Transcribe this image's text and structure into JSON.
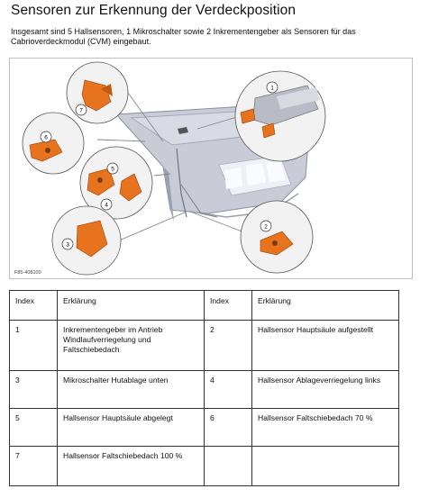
{
  "title": "Sensoren zur Erkennung der Verdeckposition",
  "intro": "Insgesamt sind 5 Hallsensoren, 1 Mikroschalter sowie 2 Inkrementengeber als Sensoren für das Cabrioverdeckmodul (CVM) eingebaut.",
  "figure": {
    "code": "F85-408100",
    "callouts": [
      "1",
      "2",
      "3",
      "4",
      "5",
      "6",
      "7"
    ],
    "colors": {
      "sensor": "#e8731f",
      "roof": "#c9ccd6",
      "circle": "#f2f2f2"
    }
  },
  "table": {
    "headers": [
      "Index",
      "Erklärung",
      "Index",
      "Erklärung"
    ],
    "rows": [
      {
        "i1": "1",
        "e1": "Inkrementengeber im Antrieb Windlaufverriegelung und Faltschiebedach",
        "i2": "2",
        "e2": "Hallsensor Hauptsäule aufgestellt"
      },
      {
        "i1": "3",
        "e1": "Mikroschalter Hutablage unten",
        "i2": "4",
        "e2": "Hallsensor Ablageverriegelung links"
      },
      {
        "i1": "5",
        "e1": "Hallsensor Hauptsäule abgelegt",
        "i2": "6",
        "e2": "Hallsensor Faltschiebedach 70 %"
      },
      {
        "i1": "7",
        "e1": "Hallsensor Faltschiebedach 100 %",
        "i2": "",
        "e2": ""
      }
    ]
  }
}
